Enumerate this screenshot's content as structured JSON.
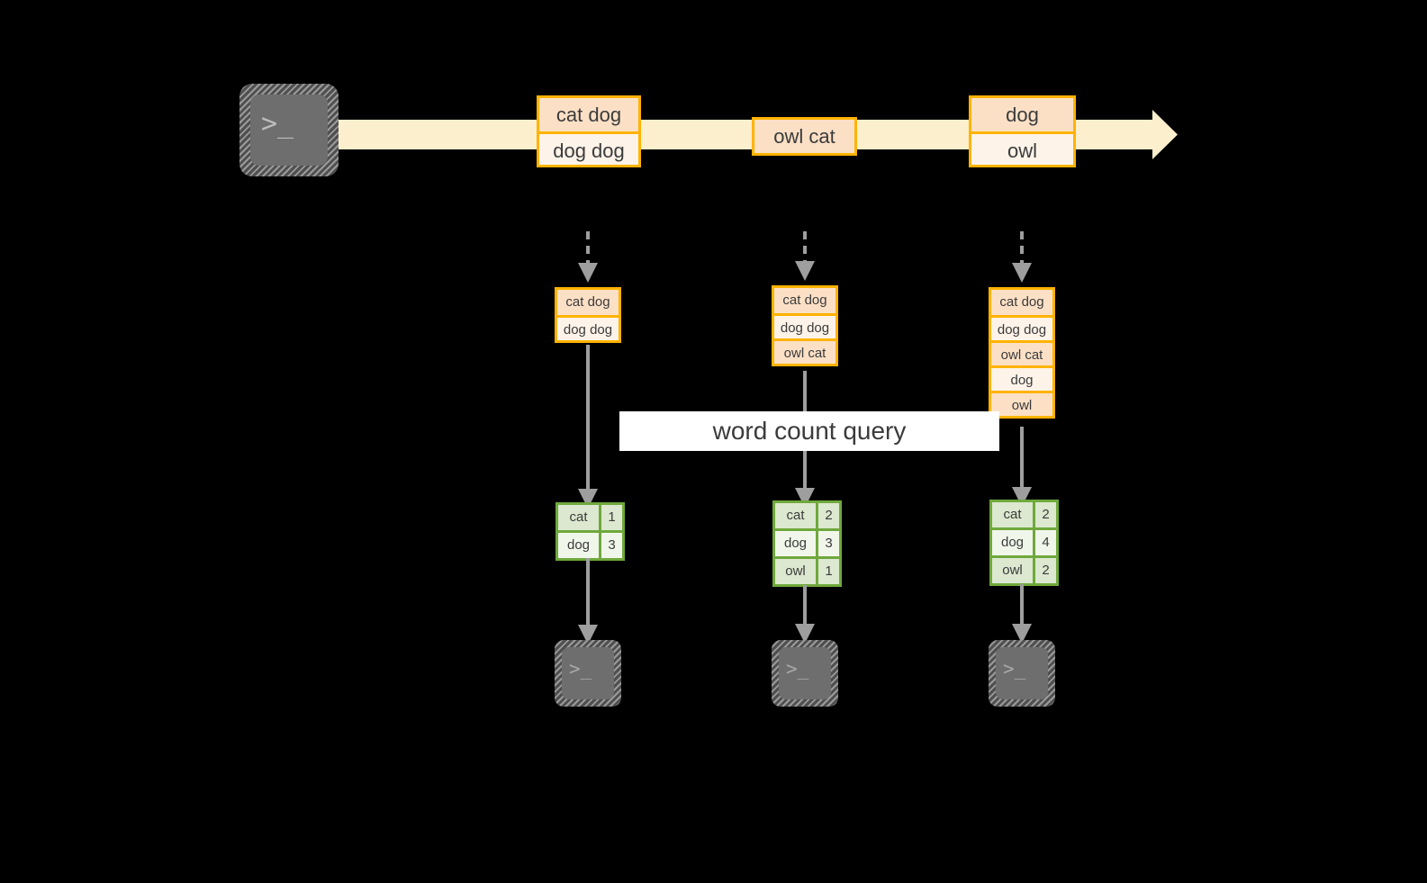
{
  "diagram": {
    "title": "word count query over a record stream",
    "colors": {
      "background": "#000000",
      "stream_fill": "#FCEFCD",
      "orange_border": "#FFB300",
      "orange_cell_dark": "#FCE0C6",
      "orange_cell_light": "#FDF3E9",
      "green_border": "#6FA83C",
      "green_cell_dark": "#DCE8CF",
      "green_cell_light": "#F1F6EA",
      "connector_gray": "#9E9E9E",
      "terminal_face": "#6E6E6E",
      "text": "#3B3B3B"
    }
  },
  "query_label": "word count query",
  "source_terminal": {
    "icon": "terminal-icon",
    "glyph": ">_"
  },
  "stream": {
    "records": [
      {
        "id": "record-group-1",
        "lines": [
          {
            "text": "cat dog",
            "shade": "dark"
          },
          {
            "text": "dog dog",
            "shade": "light"
          }
        ]
      },
      {
        "id": "record-group-2",
        "lines": [
          {
            "text": "owl cat",
            "shade": "dark"
          }
        ]
      },
      {
        "id": "record-group-3",
        "lines": [
          {
            "text": "dog",
            "shade": "dark"
          },
          {
            "text": "owl",
            "shade": "light"
          }
        ]
      }
    ]
  },
  "stages": [
    {
      "id": "stage-1",
      "accumulated": [
        {
          "text": "cat dog",
          "shade": "dark"
        },
        {
          "text": "dog dog",
          "shade": "light"
        }
      ],
      "result": {
        "rows": [
          {
            "word": "cat",
            "count": "1",
            "shade": "dark"
          },
          {
            "word": "dog",
            "count": "3",
            "shade": "light"
          }
        ]
      },
      "sink_terminal": {
        "icon": "terminal-icon",
        "glyph": ">_"
      }
    },
    {
      "id": "stage-2",
      "accumulated": [
        {
          "text": "cat dog",
          "shade": "dark"
        },
        {
          "text": "dog dog",
          "shade": "light"
        },
        {
          "text": "owl cat",
          "shade": "dark"
        }
      ],
      "result": {
        "rows": [
          {
            "word": "cat",
            "count": "2",
            "shade": "dark"
          },
          {
            "word": "dog",
            "count": "3",
            "shade": "light"
          },
          {
            "word": "owl",
            "count": "1",
            "shade": "dark"
          }
        ]
      },
      "sink_terminal": {
        "icon": "terminal-icon",
        "glyph": ">_"
      }
    },
    {
      "id": "stage-3",
      "accumulated": [
        {
          "text": "cat dog",
          "shade": "dark"
        },
        {
          "text": "dog dog",
          "shade": "light"
        },
        {
          "text": "owl cat",
          "shade": "dark"
        },
        {
          "text": "dog",
          "shade": "light"
        },
        {
          "text": "owl",
          "shade": "dark"
        }
      ],
      "result": {
        "rows": [
          {
            "word": "cat",
            "count": "2",
            "shade": "dark"
          },
          {
            "word": "dog",
            "count": "4",
            "shade": "light"
          },
          {
            "word": "owl",
            "count": "2",
            "shade": "dark"
          }
        ]
      },
      "sink_terminal": {
        "icon": "terminal-icon",
        "glyph": ">_"
      }
    }
  ]
}
